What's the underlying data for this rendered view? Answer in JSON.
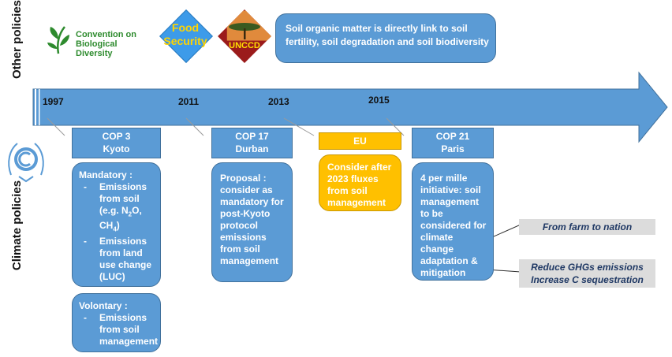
{
  "rows": {
    "other": "Other policies",
    "climate": "Climate policies"
  },
  "logos": {
    "cbd": {
      "line1": "Convention on",
      "line2": "Biological Diversity"
    },
    "food_security": {
      "line1": "Food",
      "line2": "Security"
    },
    "unccd": "UNCCD"
  },
  "top_note": "Soil organic matter is directly link to soil fertility, soil degradation and soil biodiversity",
  "years": [
    "1997",
    "2011",
    "2013",
    "2015"
  ],
  "events": [
    {
      "line1": "COP 3",
      "line2": "Kyoto"
    },
    {
      "line1": "COP 17",
      "line2": "Durban"
    },
    {
      "line1": "EU",
      "line2": ""
    },
    {
      "line1": "COP 21",
      "line2": "Paris"
    }
  ],
  "kyoto_mandatory": {
    "title": "Mandatory :",
    "item1": "Emissions from soil (e.g. N",
    "item1_sub1": "2",
    "item1_mid": "O, CH",
    "item1_sub2": "4",
    "item1_end": ")",
    "item2": "Emissions from land use change (LUC)"
  },
  "kyoto_voluntary": {
    "title": "Volontary :",
    "item1": "Emissions from soil management"
  },
  "durban_text": "Proposal : consider as mandatory for post-Kyoto protocol emissions from soil management",
  "eu_text": "Consider after 2023 fluxes from soil management",
  "paris_text": "4 per mille initiative: soil management to be considered for climate change adaptation & mitigation",
  "callouts": {
    "farm": "From farm to nation",
    "ghg_line1": "Reduce GHGs emissions",
    "ghg_line2": "Increase C sequestration"
  },
  "colors": {
    "blue": "#5b9bd5",
    "blue_border": "#41719c",
    "orange": "#ffc000",
    "callout_bg": "#dcdcdc",
    "callout_text": "#1f3864",
    "green": "#2e8b2e",
    "unccd_red": "#9b1b1b"
  }
}
